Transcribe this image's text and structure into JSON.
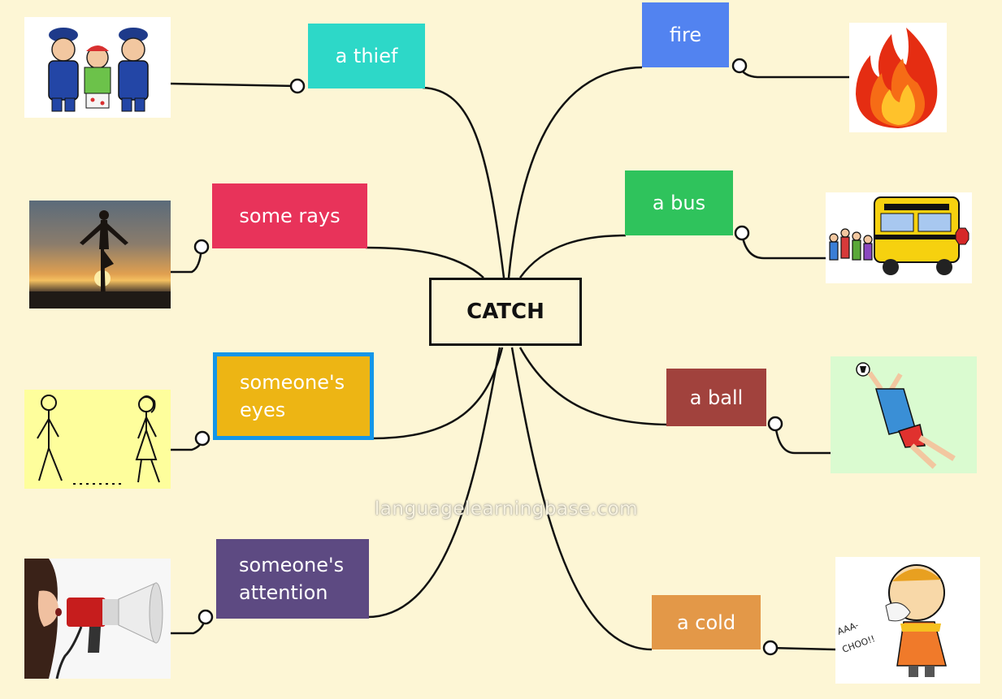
{
  "center": {
    "label": "CATCH"
  },
  "branches": [
    {
      "id": "thief",
      "label": "a thief",
      "color": "#2dd8c8",
      "picture": "police-arrest-thief-image"
    },
    {
      "id": "rays",
      "label": "some rays",
      "color": "#e8335a",
      "picture": "sunset-yoga-image"
    },
    {
      "id": "eyes",
      "label": "someone's eyes",
      "color": "#edb514",
      "border_color": "#1496e8",
      "picture": "two-people-looking-image"
    },
    {
      "id": "attention",
      "label": "someone's attention",
      "color": "#5d4a82",
      "picture": "woman-megaphone-image"
    },
    {
      "id": "fire",
      "label": "fire",
      "color": "#5283f0",
      "picture": "flame-image"
    },
    {
      "id": "bus",
      "label": "a bus",
      "color": "#2fc35c",
      "picture": "school-bus-image"
    },
    {
      "id": "ball",
      "label": "a ball",
      "color": "#a1423d",
      "picture": "goalkeeper-image"
    },
    {
      "id": "cold",
      "label": "a cold",
      "color": "#e39848",
      "picture": "sneezing-boy-image"
    }
  ],
  "watermark": "languagelearningbase.com"
}
